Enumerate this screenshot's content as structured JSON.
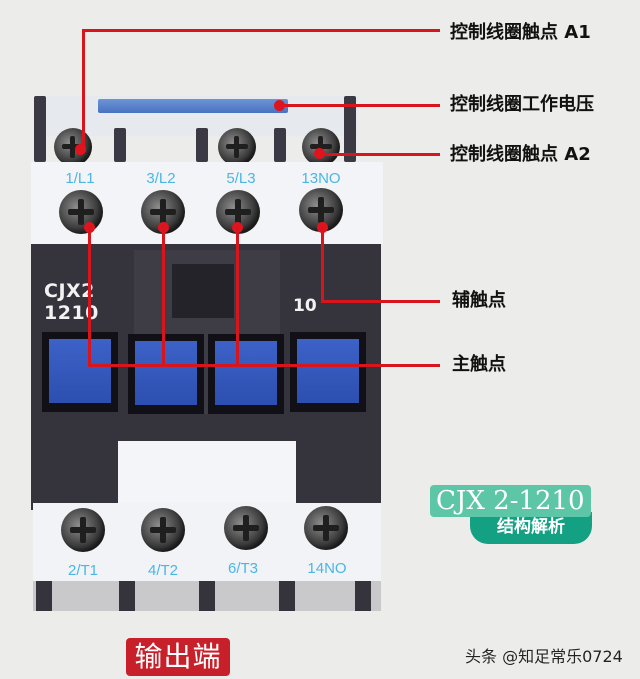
{
  "product": {
    "model_line1": "CJX2",
    "model_line2": "1210",
    "aux_contact_code": "10",
    "top_terminals": [
      "1/L1",
      "3/L2",
      "5/L3",
      "13NO"
    ],
    "bottom_terminals": [
      "2/T1",
      "4/T2",
      "6/T3",
      "14NO"
    ]
  },
  "callouts": [
    {
      "id": "coil-a1",
      "label": "控制线圈触点 A1"
    },
    {
      "id": "coil-voltage",
      "label": "控制线圈工作电压"
    },
    {
      "id": "coil-a2",
      "label": "控制线圈触点 A2"
    },
    {
      "id": "aux-contact",
      "label": "辅触点"
    },
    {
      "id": "main-contact",
      "label": "主触点"
    }
  ],
  "title_badge": {
    "title": "CJX 2-1210",
    "subtitle": "结构解析"
  },
  "output_label": "输出端",
  "watermark": "头条 @知足常乐0724",
  "colors": {
    "annotation_red": "#d8141c",
    "terminal_label_blue": "#4ab6e6",
    "button_blue": "#2c4fb0",
    "title_teal": "#5cc6a6",
    "subtitle_teal": "#14a083",
    "output_badge_red": "#c8202a",
    "background": "#ececea"
  }
}
